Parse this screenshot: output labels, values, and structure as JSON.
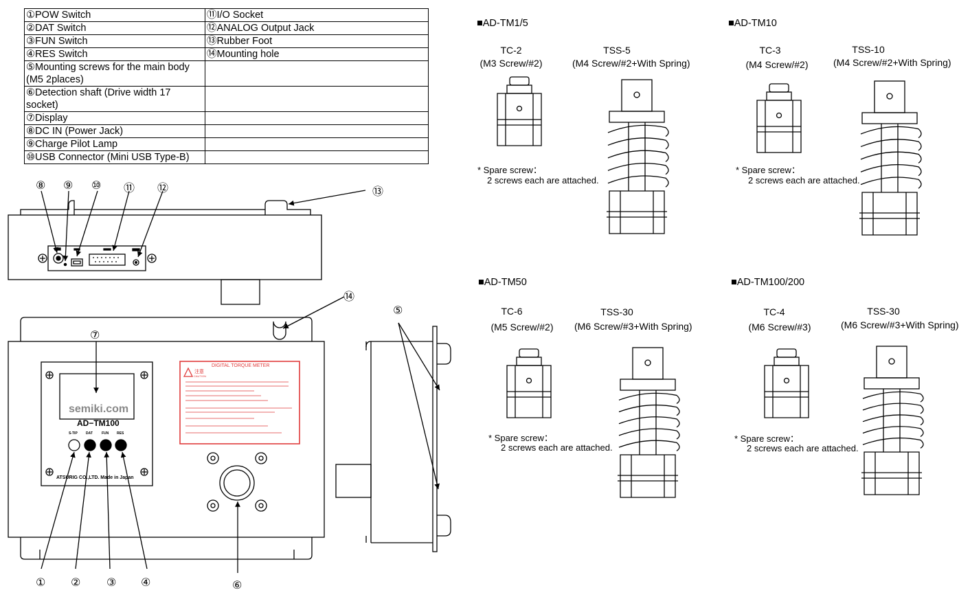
{
  "legend": {
    "rows": [
      {
        "left": "①POW Switch",
        "right": "⑪I/O Socket"
      },
      {
        "left": "②DAT Switch",
        "right": "⑫ANALOG Output Jack"
      },
      {
        "left": "③FUN Switch",
        "right": "⑬Rubber Foot"
      },
      {
        "left": "④RES Switch",
        "right": "⑭Mounting hole"
      },
      {
        "left": "⑤Mounting screws for the main body (M5  2places)",
        "right": ""
      },
      {
        "left": "⑥Detection shaft (Drive width 17 socket)",
        "right": ""
      },
      {
        "left": "⑦Display",
        "right": ""
      },
      {
        "left": "⑧DC IN (Power Jack)",
        "right": ""
      },
      {
        "left": "⑨Charge Pilot Lamp",
        "right": ""
      },
      {
        "left": "⑩USB Connector (Mini USB Type-B)",
        "right": ""
      }
    ]
  },
  "callouts": {
    "n1": "①",
    "n2": "②",
    "n3": "③",
    "n4": "④",
    "n5": "⑤",
    "n6": "⑥",
    "n7": "⑦",
    "n8": "⑧",
    "n9": "⑨",
    "n10": "⑩",
    "n11": "⑪",
    "n12": "⑫",
    "n13": "⑬",
    "n14": "⑭"
  },
  "device": {
    "brand": "semiki.com",
    "model": "AD−TM100",
    "maker_line": "ATSURIG CO.,LTD.  Made in Japan",
    "switch_labels": [
      "S-TIP",
      "DAT",
      "FUN",
      "RES"
    ],
    "warning_title": "DIGITAL TORQUE METER",
    "warning_caution": "注意",
    "warning_caution_en": "CAUTION",
    "colors": {
      "warning": "#e03b3b",
      "ink": "#000000"
    }
  },
  "models": [
    {
      "heading": "■AD-TM1/5",
      "tc_name": "TC-2",
      "tc_spec": "(M3 Screw/#2)",
      "tss_name": "TSS-5",
      "tss_spec": "(M4 Screw/#2+With Spring)",
      "note1": "* Spare screw：",
      "note2": "2 screws each are attached."
    },
    {
      "heading": "■AD-TM10",
      "tc_name": "TC-3",
      "tc_spec": "(M4 Screw/#2)",
      "tss_name": "TSS-10",
      "tss_spec": "(M4 Screw/#2+With Spring)",
      "note1": "* Spare screw：",
      "note2": "2 screws each are attached."
    },
    {
      "heading": "■AD-TM50",
      "tc_name": "TC-6",
      "tc_spec": "(M5 Screw/#2)",
      "tss_name": "TSS-30",
      "tss_spec": "(M6 Screw/#3+With Spring)",
      "note1": "* Spare screw：",
      "note2": "2 screws each are attached."
    },
    {
      "heading": "■AD-TM100/200",
      "tc_name": "TC-4",
      "tc_spec": "(M6 Screw/#3)",
      "tss_name": "TSS-30",
      "tss_spec": "(M6 Screw/#3+With Spring)",
      "note1": "* Spare screw：",
      "note2": "2 screws each are attached."
    }
  ]
}
